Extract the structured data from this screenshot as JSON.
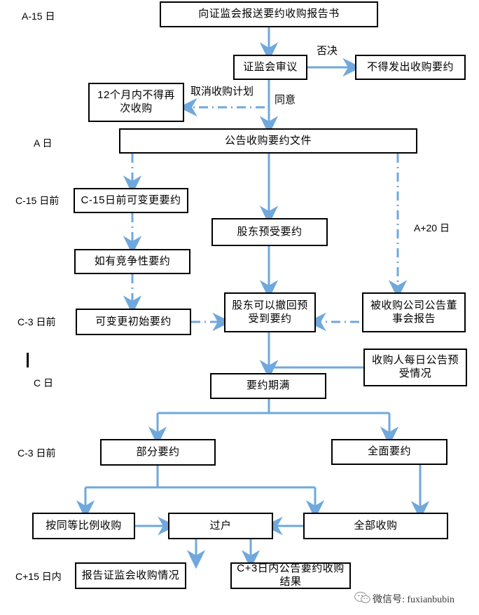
{
  "diagram": {
    "title": "要约收购流程图",
    "colors": {
      "box_border": "#000000",
      "arrow_solid": "#6FA8DC",
      "arrow_dashdot": "#6FA8DC",
      "text": "#000000",
      "background": "#FFFFFF"
    },
    "nodes": [
      {
        "id": "n1",
        "label": "向证监会报送要约收购报告书"
      },
      {
        "id": "n2",
        "label": "证监会审议"
      },
      {
        "id": "n3",
        "label": "不得发出收购要约"
      },
      {
        "id": "n4",
        "label": "12个月内不得再次收购"
      },
      {
        "id": "n5",
        "label": "公告收购要约文件"
      },
      {
        "id": "n6",
        "label": "C-15日前可变更要约"
      },
      {
        "id": "n7",
        "label": "如有竞争性要约"
      },
      {
        "id": "n8",
        "label": "可变更初始要约"
      },
      {
        "id": "n9",
        "label": "股东预受要约"
      },
      {
        "id": "n10",
        "label": "股东可以撤回预受到要约"
      },
      {
        "id": "n11",
        "label": "被收购公司公告董事会报告"
      },
      {
        "id": "n12",
        "label": "收购人每日公告预受情况"
      },
      {
        "id": "n13",
        "label": "要约期满"
      },
      {
        "id": "n14",
        "label": "部分要约"
      },
      {
        "id": "n15",
        "label": "全面要约"
      },
      {
        "id": "n16",
        "label": "按同等比例收购"
      },
      {
        "id": "n17",
        "label": "过户"
      },
      {
        "id": "n18",
        "label": "全部收购"
      },
      {
        "id": "n19",
        "label": "报告证监会收购情况"
      },
      {
        "id": "n20",
        "label": "C+3日内公告要约收购结果"
      }
    ],
    "edge_labels": [
      {
        "id": "e1",
        "label": "否决"
      },
      {
        "id": "e2",
        "label": "取消收购计划"
      },
      {
        "id": "e3",
        "label": "同意"
      }
    ],
    "day_labels": [
      {
        "id": "d1",
        "label": "A-15 日"
      },
      {
        "id": "d2",
        "label": "A 日"
      },
      {
        "id": "d3",
        "label": "C-15 日前"
      },
      {
        "id": "d4",
        "label": "A+20 日"
      },
      {
        "id": "d5",
        "label": "C-3 日前"
      },
      {
        "id": "d6",
        "label": "C 日"
      },
      {
        "id": "d7",
        "label": "C-3 日前"
      },
      {
        "id": "d8",
        "label": "C+15 日内"
      }
    ],
    "watermark": {
      "text": "微信号: fuxianbubin",
      "icon": "wechat-logo-icon"
    }
  }
}
